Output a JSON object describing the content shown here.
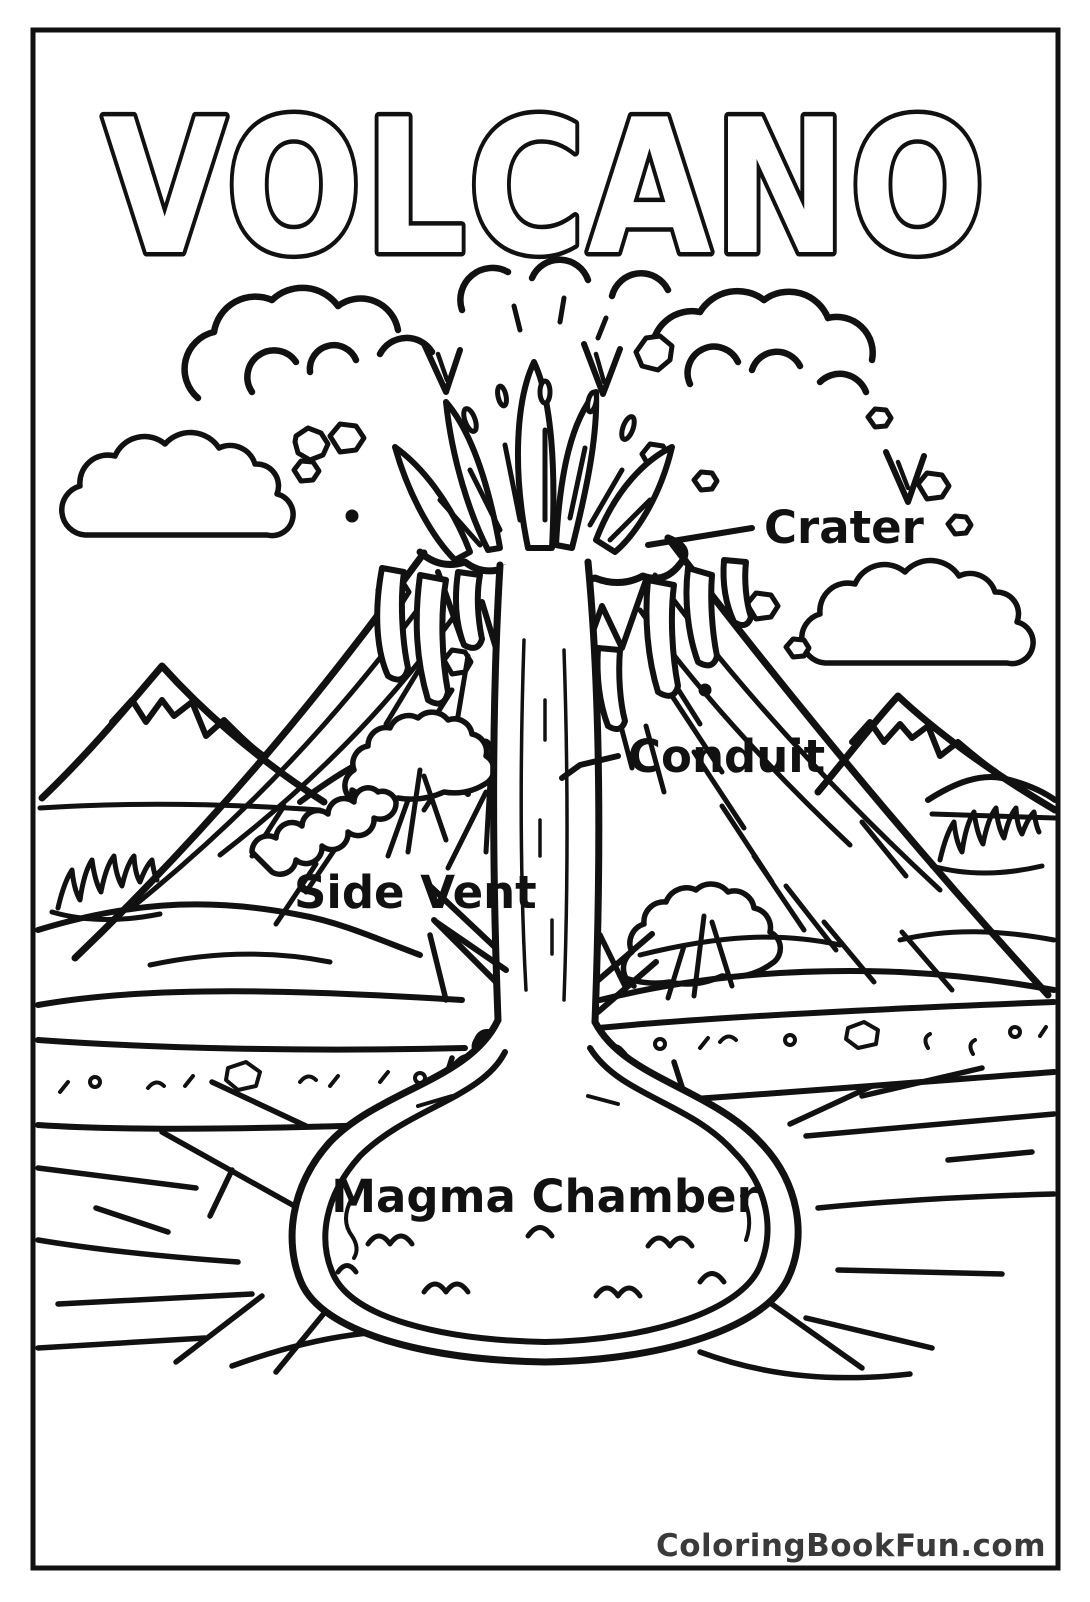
{
  "page": {
    "title": "VOLCANO",
    "labels": {
      "crater": "Crater",
      "conduit": "Conduit",
      "side_vent": "Side Vent",
      "magma_chamber": "Magma Chamber"
    },
    "watermark": "ColoringBookFun.com",
    "colors": {
      "line": "#111111",
      "background": "#ffffff",
      "watermark": "#3a3a3a"
    }
  }
}
